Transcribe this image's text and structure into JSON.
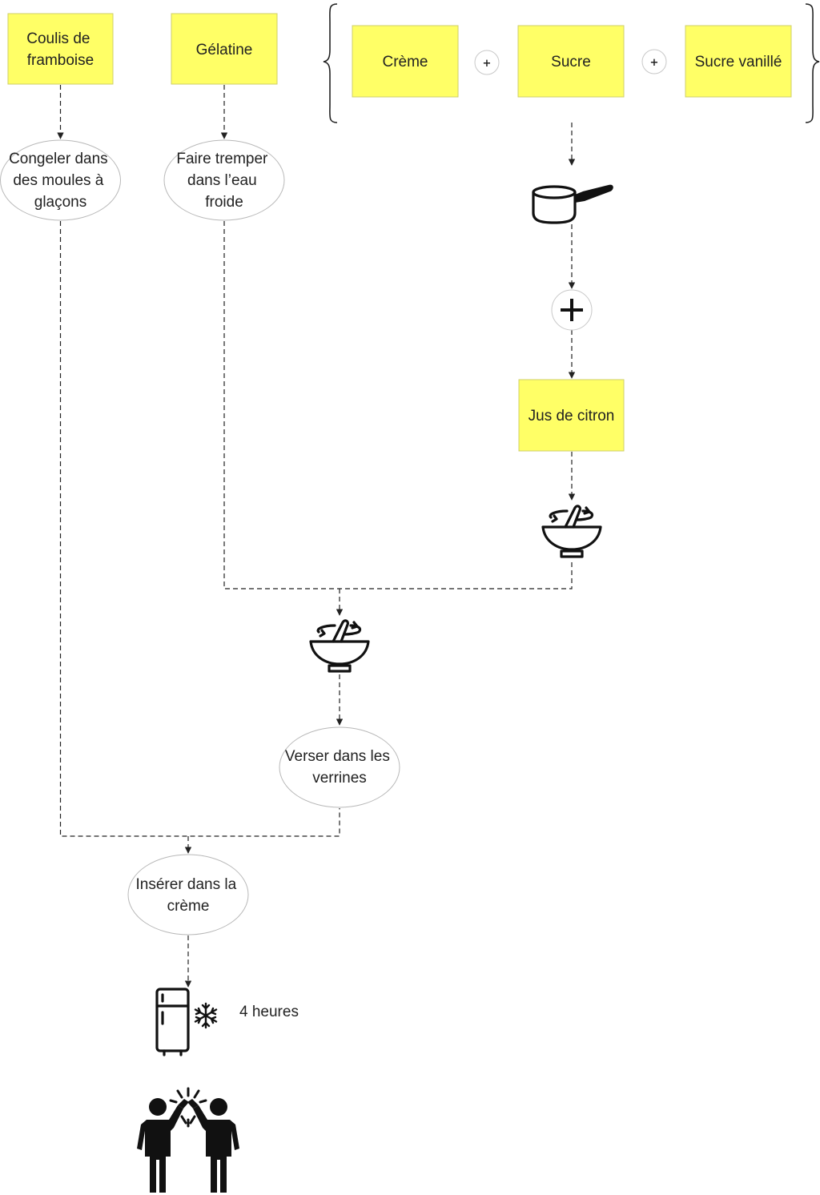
{
  "ingredients": {
    "coulis": {
      "lines": [
        "Coulis de",
        "framboise"
      ],
      "color": "#ffff66"
    },
    "gelatine": {
      "lines": [
        "Gélatine"
      ],
      "color": "#ffff66"
    },
    "creme": {
      "lines": [
        "Crème"
      ],
      "color": "#ffff66"
    },
    "sucre": {
      "lines": [
        "Sucre"
      ],
      "color": "#ffff66"
    },
    "sucre_vanille": {
      "lines": [
        "Sucre vanillé"
      ],
      "color": "#ffff66"
    },
    "jus_citron": {
      "lines": [
        "Jus de citron"
      ],
      "color": "#ffff66"
    }
  },
  "operators": {
    "plus": "+"
  },
  "steps": {
    "congeler": [
      "Congeler dans",
      "des moules à",
      "glaçons"
    ],
    "tremper": [
      "Faire tremper",
      "dans l’eau",
      "froide"
    ],
    "verser": [
      "Verser dans les",
      "verrines"
    ],
    "inserer": [
      "Insérer dans la",
      "crème"
    ]
  },
  "fridge": {
    "duration": "4 heures"
  },
  "icons": [
    "saucepan-icon",
    "mixing-bowl-icon",
    "fridge-icon",
    "snowflake-icon",
    "high-five-icon",
    "plus-icon",
    "bracket-icon"
  ]
}
